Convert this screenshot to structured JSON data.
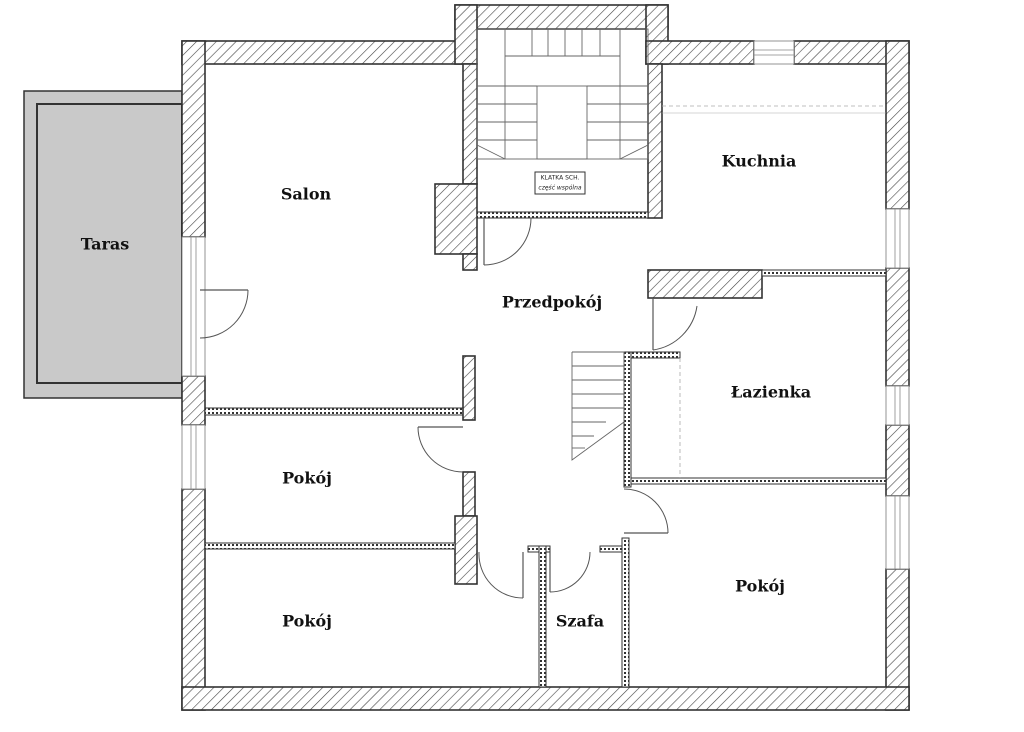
{
  "rooms": {
    "taras": "Taras",
    "salon": "Salon",
    "kuchnia": "Kuchnia",
    "przedpokoj": "Przedpokój",
    "lazienka": "Łazienka",
    "pokoj_left_upper": "Pokój",
    "pokoj_left_lower": "Pokój",
    "pokoj_right": "Pokój",
    "szafa": "Szafa"
  },
  "stair_sign": {
    "line1": "KLATKA SCH.",
    "line2": "część wspólna"
  },
  "colors": {
    "wall_stroke": "#333333",
    "terrace_fill": "#c9c9c9",
    "background": "#ffffff"
  }
}
